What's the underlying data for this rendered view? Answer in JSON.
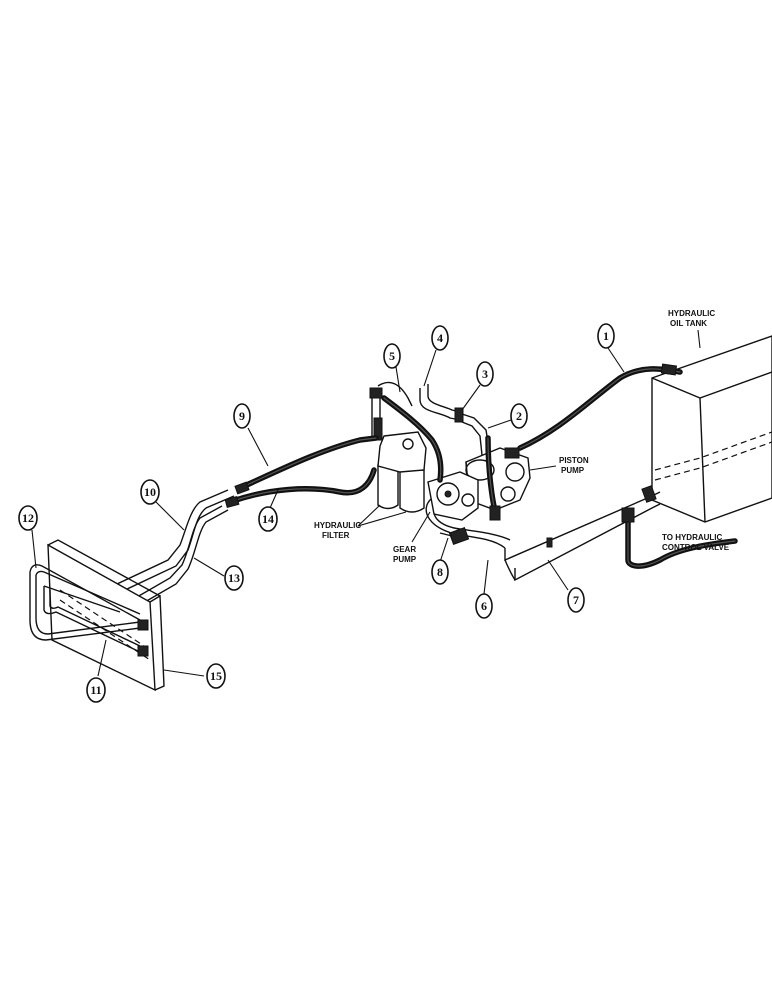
{
  "labels": {
    "hydraulic_oil_tank_line1": "HYDRAULIC",
    "hydraulic_oil_tank_line2": "OIL TANK",
    "piston_pump_line1": "PISTON",
    "piston_pump_line2": "PUMP",
    "hydraulic_filter_line1": "HYDRAULIC",
    "hydraulic_filter_line2": "FILTER",
    "gear_pump_line1": "GEAR",
    "gear_pump_line2": "PUMP",
    "control_valve_line1": "TO HYDRAULIC",
    "control_valve_line2": "CONTROL VALVE"
  },
  "callouts": {
    "c1": "1",
    "c2": "2",
    "c3": "3",
    "c4": "4",
    "c5": "5",
    "c6": "6",
    "c7": "7",
    "c8": "8",
    "c9": "9",
    "c10": "10",
    "c11": "11",
    "c12": "12",
    "c13": "13",
    "c14": "14",
    "c15": "15"
  }
}
